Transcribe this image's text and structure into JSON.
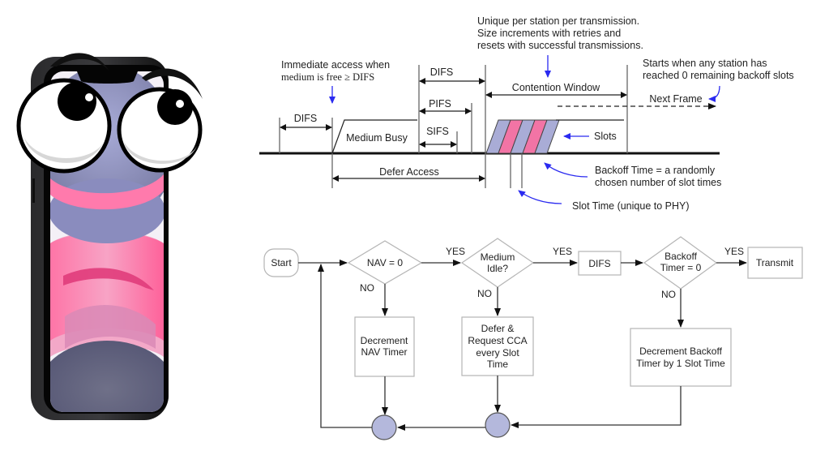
{
  "mascot": {
    "description": "Cartoon smartphone with googly eyes and eyebrows",
    "colors": {
      "frame": "#1c1c1e",
      "lavender": "#9b9fcf",
      "pink": "#f0568f",
      "dark_purple": "#5d5f80"
    }
  },
  "timing_diagram": {
    "colors": {
      "slot_a": "#a9acd6",
      "slot_b": "#f274a5",
      "annotation_arrow": "#2a2af0"
    },
    "labels": {
      "difs_left": "DIFS",
      "medium_busy": "Medium Busy",
      "difs_top": "DIFS",
      "pifs": "PIFS",
      "sifs": "SIFS",
      "contention_window": "Contention Window",
      "next_frame": "Next Frame",
      "slots": "Slots",
      "defer_access": "Defer Access"
    },
    "annotations": {
      "immediate_access_line1": "Immediate access when",
      "immediate_access_line2": "medium is free ≥ DIFS",
      "unique_line1": "Unique per station per transmission.",
      "unique_line2": "Size increments with retries and",
      "unique_line3": "resets with successful transmissions.",
      "starts_line1": "Starts when any station has",
      "starts_line2": "reached 0 remaining backoff slots",
      "backoff_line1": "Backoff Time = a randomly",
      "backoff_line2": "chosen number of slot times",
      "slot_time": "Slot Time (unique to PHY)"
    },
    "slot_count": 5
  },
  "flowchart": {
    "start": "Start",
    "nav_check": "NAV = 0",
    "medium_idle_line1": "Medium",
    "medium_idle_line2": "Idle?",
    "difs": "DIFS",
    "backoff_check_line1": "Backoff",
    "backoff_check_line2": "Timer = 0",
    "transmit": "Transmit",
    "decrement_nav_line1": "Decrement",
    "decrement_nav_line2": "NAV Timer",
    "defer_line1": "Defer &",
    "defer_line2": "Request CCA",
    "defer_line3": "every Slot",
    "defer_line4": "Time",
    "decrement_backoff_line1": "Decrement Backoff",
    "decrement_backoff_line2": "Timer by 1 Slot Time",
    "yes_1": "YES",
    "yes_2": "YES",
    "yes_3": "YES",
    "no_1": "NO",
    "no_2": "NO",
    "no_3": "NO"
  }
}
